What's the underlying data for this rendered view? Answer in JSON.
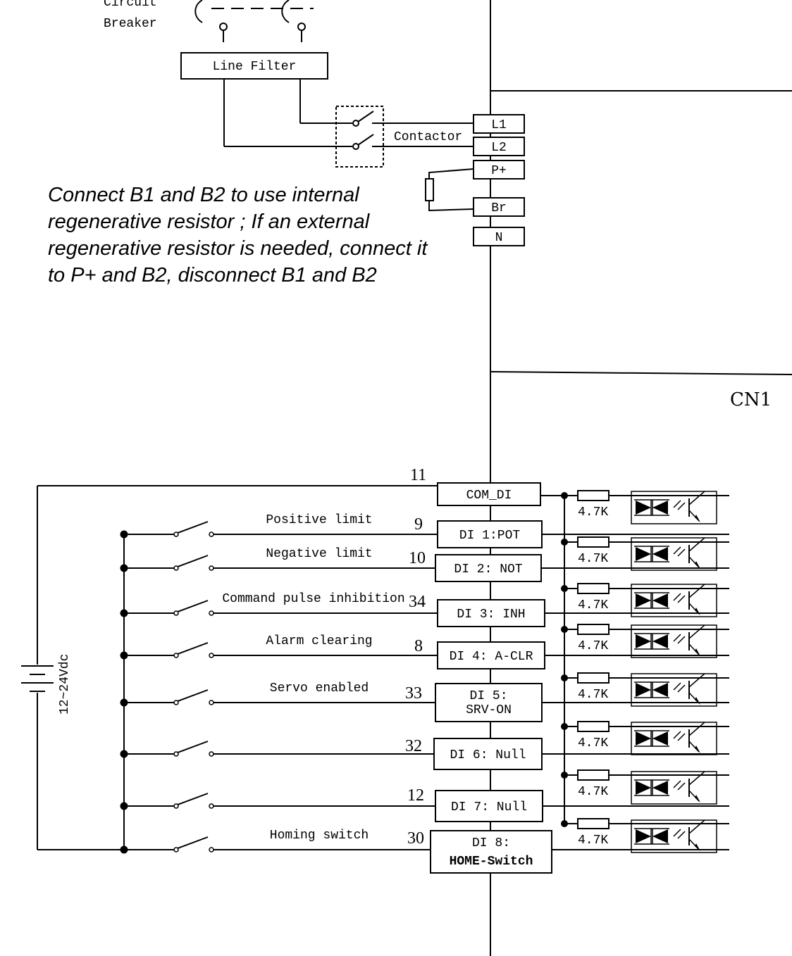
{
  "power": {
    "circuit_breaker_line1": "Circuit",
    "circuit_breaker_line2": "Breaker",
    "line_filter": "Line Filter",
    "contactor": "Contactor",
    "terminals": {
      "l1": "L1",
      "l2": "L2",
      "p_plus": "P+",
      "br": "Br",
      "n": "N"
    }
  },
  "note": "Connect B1 and B2 to use internal regenerative resistor ; If an external regenerative resistor is needed, connect it to P+ and B2, disconnect B1 and B2",
  "connector": "CN1",
  "supply": "12~24Vdc",
  "com": {
    "pin": "11",
    "label": "COM_DI"
  },
  "inputs": [
    {
      "pin": "9",
      "label": "DI 1:POT",
      "label2": "",
      "desc": "Positive limit"
    },
    {
      "pin": "10",
      "label": "DI 2: NOT",
      "label2": "",
      "desc": "Negative limit"
    },
    {
      "pin": "34",
      "label": "DI 3: INH",
      "label2": "",
      "desc": "Command pulse inhibition"
    },
    {
      "pin": "8",
      "label": "DI 4: A-CLR",
      "label2": "",
      "desc": "Alarm clearing"
    },
    {
      "pin": "33",
      "label": "DI 5:",
      "label2": "SRV-ON",
      "desc": "Servo enabled"
    },
    {
      "pin": "32",
      "label": "DI 6: Null",
      "label2": "",
      "desc": ""
    },
    {
      "pin": "12",
      "label": "DI 7: Null",
      "label2": "",
      "desc": ""
    },
    {
      "pin": "30",
      "label": "DI 8:",
      "label2": "HOME-Switch",
      "desc": "Homing switch"
    }
  ],
  "resistor_value": "4.7K"
}
